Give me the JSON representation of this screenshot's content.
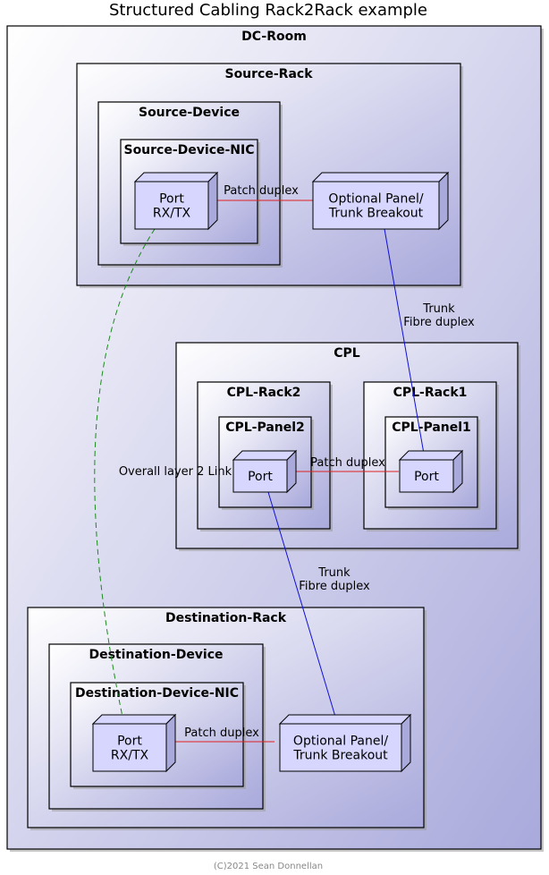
{
  "title": "Structured Cabling Rack2Rack example",
  "footer": "(C)2021 Sean Donnellan",
  "colors": {
    "frame_fill_light": "#ffffff",
    "frame_fill_dark": "#a9a9dc",
    "node_fill": "#d6d6ff",
    "node_side": "#a9a9dc",
    "stroke": "#000000",
    "patch_edge": "#e02020",
    "trunk_edge": "#1010d8",
    "overall_edge": "#1a8a1a"
  },
  "frames": {
    "dc_room": "DC-Room",
    "source_rack": "Source-Rack",
    "source_device": "Source-Device",
    "source_nic": "Source-Device-NIC",
    "cpl": "CPL",
    "cpl_rack2": "CPL-Rack2",
    "cpl_panel2": "CPL-Panel2",
    "cpl_rack1": "CPL-Rack1",
    "cpl_panel1": "CPL-Panel1",
    "dest_rack": "Destination-Rack",
    "dest_device": "Destination-Device",
    "dest_nic": "Destination-Device-NIC"
  },
  "nodes": {
    "src_port": [
      "Port",
      "RX/TX"
    ],
    "src_panel": [
      "Optional Panel/",
      "Trunk Breakout"
    ],
    "cpl_port2": [
      "Port"
    ],
    "cpl_port1": [
      "Port"
    ],
    "dst_port": [
      "Port",
      "RX/TX"
    ],
    "dst_panel": [
      "Optional Panel/",
      "Trunk Breakout"
    ]
  },
  "edges": {
    "src_patch": [
      "Patch duplex"
    ],
    "trunk_top": [
      "Trunk",
      "Fibre duplex"
    ],
    "cpl_patch": [
      "Patch duplex"
    ],
    "trunk_bottom": [
      "Trunk",
      "Fibre duplex"
    ],
    "dst_patch": [
      "Patch duplex"
    ],
    "overall": [
      "Overall layer 2 Link"
    ]
  }
}
